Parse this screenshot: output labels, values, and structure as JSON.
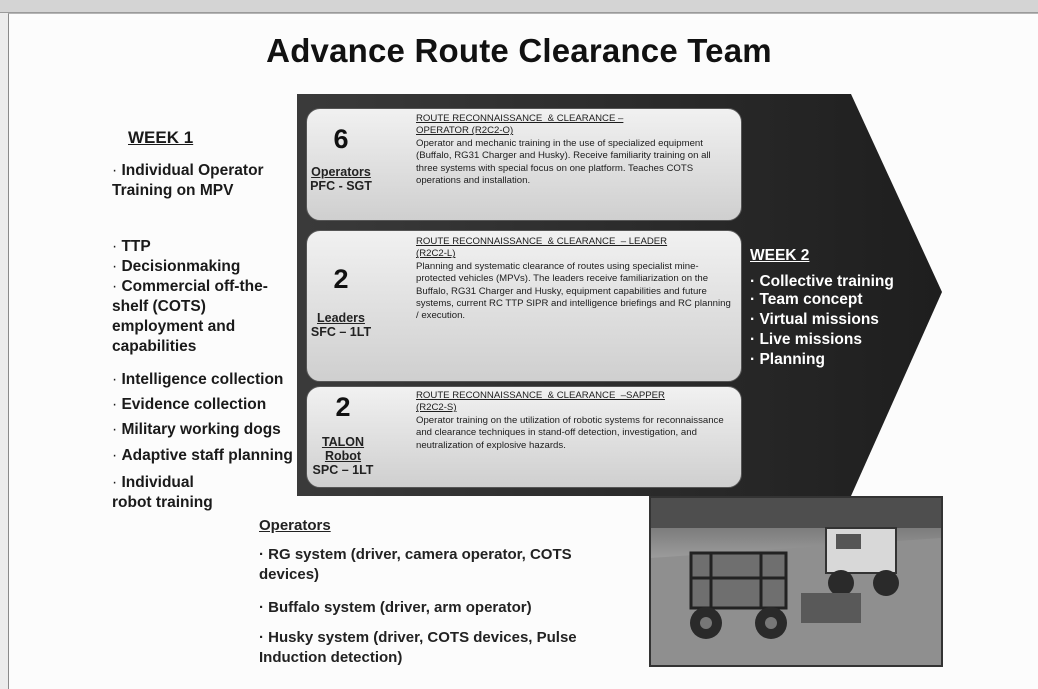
{
  "title": "Advance Route Clearance Team",
  "week1": {
    "heading": "WEEK 1",
    "items": [
      "Individual Operator\nTraining on MPV",
      "TTP",
      "Decisionmaking",
      "Commercial off-the-\nshelf (COTS)\nemployment and\ncapabilities",
      "Intelligence collection",
      "Evidence collection",
      "Military working dogs",
      "Adaptive staff planning",
      "Individual\nrobot training"
    ]
  },
  "courses": [
    {
      "count": "6",
      "role": "Operators",
      "rank": "PFC - SGT",
      "heading": "ROUTE RECONNAISSANCE  & CLEARANCE –\nOPERATOR (R2C2-O)",
      "text": "Operator and mechanic training in the use of specialized equipment (Buffalo, RG31 Charger and Husky). Receive familiarity training on all three systems with special focus on one platform. Teaches COTS operations and installation."
    },
    {
      "count": "2",
      "role": "Leaders",
      "rank": "SFC – 1LT",
      "heading": "ROUTE RECONNAISSANCE  & CLEARANCE  – LEADER\n(R2C2-L)",
      "text": "Planning and systematic clearance of routes using specialist mine-protected vehicles (MPVs). The leaders receive familiarization on the Buffalo, RG31 Charger and Husky, equipment capabilities and future systems, current RC TTP SIPR and intelligence briefings and RC planning / execution."
    },
    {
      "count": "2",
      "role": "TALON Robot",
      "rank": "SPC – 1LT",
      "heading": "ROUTE RECONNAISSANCE  & CLEARANCE  –SAPPER\n(R2C2-S)",
      "text": "Operator training on the utilization of robotic systems for reconnaissance and clearance techniques in stand-off detection, investigation, and neutralization of explosive hazards."
    }
  ],
  "week2": {
    "heading": "WEEK 2",
    "items": [
      "Collective training",
      "Team concept",
      "Virtual missions",
      "Live missions",
      "Planning"
    ]
  },
  "operators": {
    "heading": "Operators",
    "items": [
      "RG system (driver, camera operator, COTS devices)",
      "Buffalo system (driver, arm operator)",
      "Husky system (driver, COTS devices, Pulse Induction detection)"
    ]
  },
  "colors": {
    "arrow": "#262626",
    "box": "#dcdcdc",
    "text": "#1a1a1a"
  },
  "icons": {
    "photo": "vehicles-photo"
  }
}
